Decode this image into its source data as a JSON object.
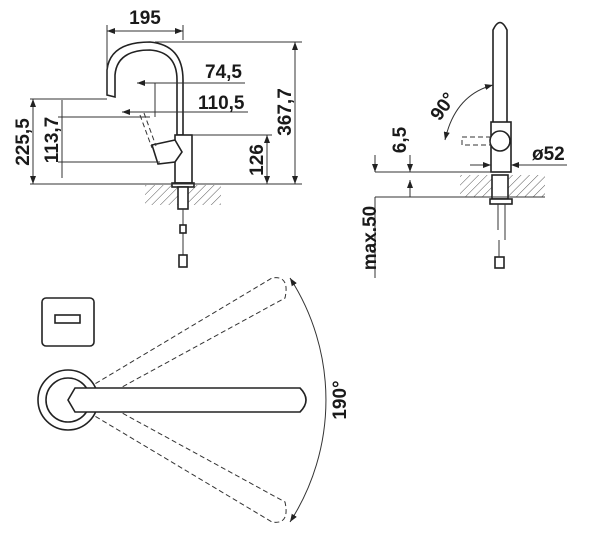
{
  "front_view": {
    "width_195": "195",
    "height_367_7": "367,7",
    "spout_74_5": "74,5",
    "spout_110_5": "110,5",
    "height_225_5": "225,5",
    "height_113_7": "113,7",
    "body_126": "126"
  },
  "side_view": {
    "angle_90": "90°",
    "base_6_5": "6,5",
    "diameter_52": "ø52",
    "max_50": "max.50"
  },
  "top_view": {
    "swivel_190": "190°"
  }
}
